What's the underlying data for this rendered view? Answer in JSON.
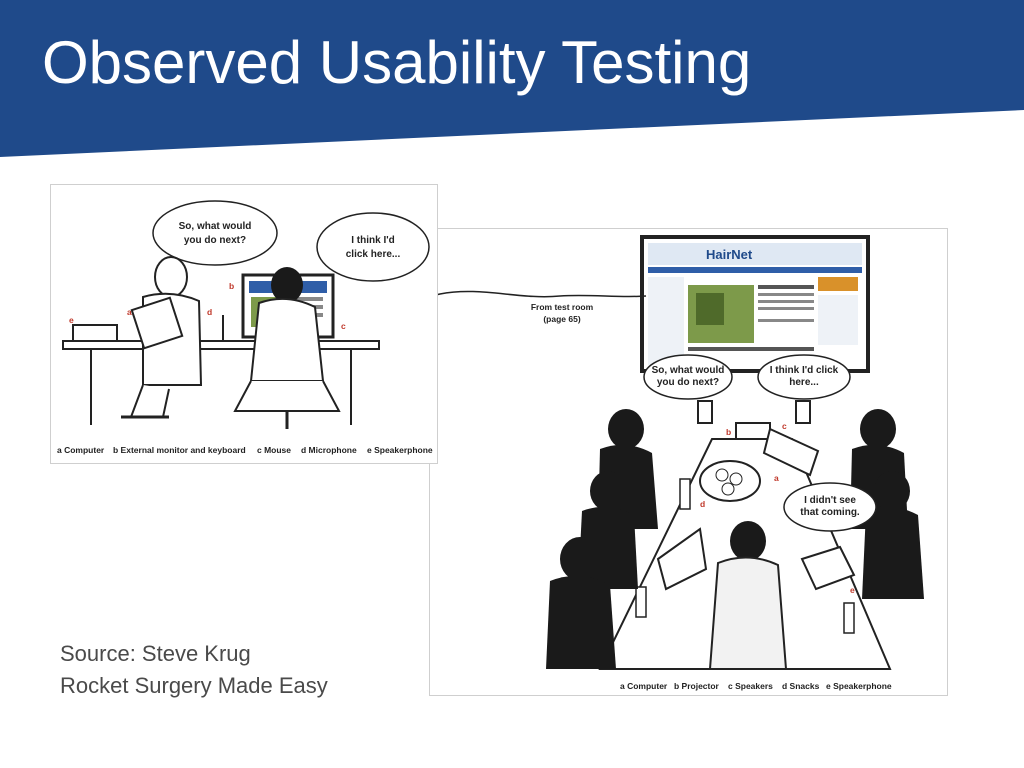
{
  "slide": {
    "title": "Observed Usability Testing",
    "banner_color": "#1f4a8a",
    "source_line1": "Source: Steve Krug",
    "source_line2": "Rocket Surgery Made Easy"
  },
  "test_room": {
    "bubble_facilitator": [
      "So, what would",
      "you do next?"
    ],
    "bubble_participant": [
      "I think I'd",
      "click here..."
    ],
    "markers": [
      "a",
      "b",
      "c",
      "d",
      "e"
    ],
    "caption": [
      "a Computer",
      "b External monitor and keyboard",
      "c Mouse",
      "d Microphone",
      "e Speakerphone"
    ]
  },
  "connector": {
    "label": [
      "From test room",
      "(page 65)"
    ]
  },
  "observation_room": {
    "screen_site": "HairNet",
    "bubble_left": [
      "So, what would",
      "you do next?"
    ],
    "bubble_right": [
      "I think I'd click",
      "here..."
    ],
    "bubble_observer": [
      "I didn't see",
      "that coming."
    ],
    "markers": [
      "a",
      "b",
      "c",
      "d",
      "e"
    ],
    "caption": [
      "a Computer",
      "b Projector",
      "c Speakers",
      "d Snacks",
      "e Speakerphone"
    ]
  }
}
